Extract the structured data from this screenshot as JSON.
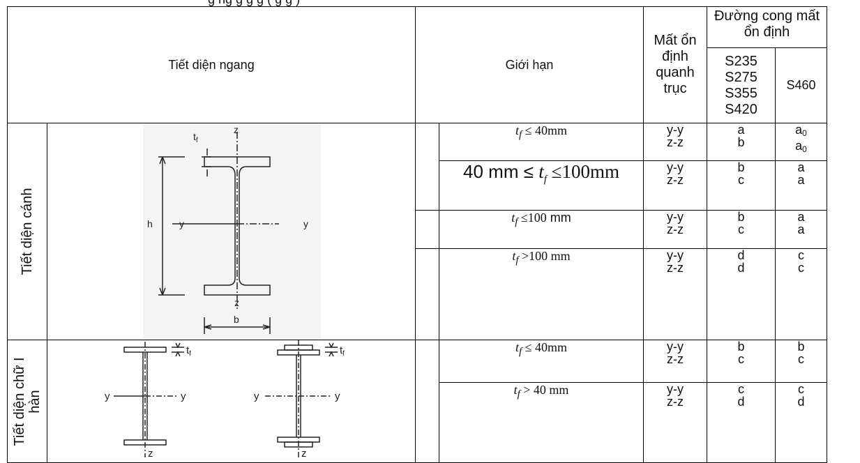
{
  "caption_fragment": "g  ng  g   g  g   (   g  g  )",
  "header": {
    "cross_section": "Tiết diện ngang",
    "limits": "Giới hạn",
    "axis_title": "Mất ổn định quanh trục",
    "curve_title": "Đường cong mất ổn định",
    "grades_group": "S235 S275 S355 S420",
    "grade_high": "S460"
  },
  "sections": [
    {
      "label": "Tiết diện cánh",
      "figure_labels": {
        "tf": "t",
        "tf_sub": "f",
        "z_top": "z",
        "z_bottom": "z",
        "h": "h",
        "y_left": "y",
        "y_right": "y",
        "b": "b"
      },
      "rows": [
        {
          "limit_left": "",
          "var": "t",
          "sub": "f",
          "op": " ≤ 40",
          "unit": "mm",
          "axes": "y-y z-z",
          "curve": "a b",
          "high": "a0 a0"
        },
        {
          "limit_left": "40 mm ≤ ",
          "var": "t",
          "sub": "f",
          "op": " ≤100",
          "unit": "mm",
          "axes": "y-y z-z",
          "curve": "b c",
          "high": "a a"
        },
        {
          "limit_left": "",
          "var": "t",
          "sub": "f",
          "op": " ≤100",
          "unit": " mm",
          "axes": "y-y z-z",
          "curve": "b c",
          "high": "a a"
        },
        {
          "limit_left": "",
          "var": "t",
          "sub": "f",
          "op": " >100 mm",
          "unit": "",
          "axes": "y-y z-z",
          "curve": "d d",
          "high": "c c"
        }
      ]
    },
    {
      "label": "Tiết diện chữ I hàn",
      "figure_labels": {
        "tf1": "t",
        "tf2": "t",
        "tf_sub": "f",
        "y1": "y",
        "y2": "y",
        "y3": "y",
        "y4": "y",
        "z1": "z",
        "z2": "z"
      },
      "rows": [
        {
          "limit_left": "",
          "var": "t",
          "sub": "f",
          "op": " ≤ 40",
          "unit": "mm",
          "axes": "y-y z-z",
          "curve": "b c",
          "high": "b c"
        },
        {
          "limit_left": "",
          "var": "t",
          "sub": "f",
          "op": " > 40 mm",
          "unit": "",
          "axes": "y-y z-z",
          "curve": "c d",
          "high": "c d"
        }
      ]
    }
  ]
}
